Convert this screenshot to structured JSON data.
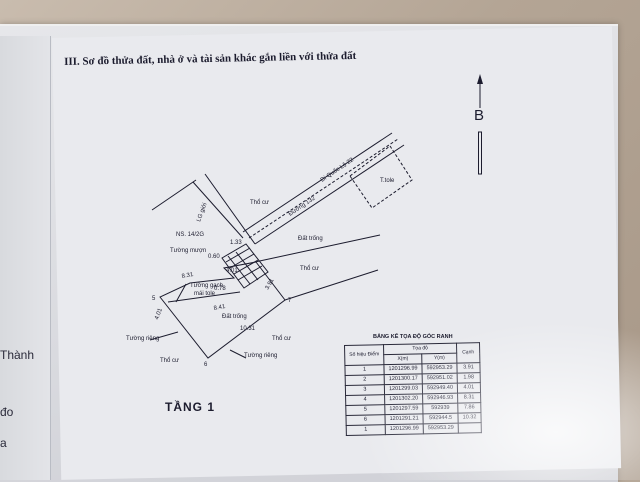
{
  "heading": "III. Sơ đồ thửa đất, nhà ở và tài sản khác gắn liền với thửa đất",
  "north": "B",
  "floor_label": "TẦNG 1",
  "left_page_fragments": [
    "Thành",
    "đo",
    "a"
  ],
  "plan_labels": {
    "tho_cu_1": "Thổ cư",
    "tho_cu_2": "Thổ cư",
    "tho_cu_3": "Thổ cư",
    "tho_cu_4": "Thổ cư",
    "duong_132": "Đường 132",
    "quoc_lo": "Đi Quốc Lộ 22",
    "dat_trong_1": "Đất trống",
    "dat_trong_2": "Đất trống",
    "t_tole": "T.tole",
    "ns": "NS. 14/2G",
    "lo_gioi": "LG giới",
    "tuong_muon": "Tường mượn",
    "tuong_gach": "Tường gạch",
    "mai_tole": "mái tole",
    "tuong_rieng_1": "Tường riêng",
    "tuong_rieng_2": "Tường riêng",
    "dim_831": "8.31",
    "dim_841": "8.41",
    "dim_1031": "10.31",
    "dim_401": "4.01",
    "dim_391": "3.91",
    "dim_133": "1.33",
    "dim_060": "0.60",
    "dim_078": "0.78",
    "dim_401b": "4.01",
    "pt_5": "5",
    "pt_6": "6",
    "pt_7": "7"
  },
  "coord_table": {
    "title": "BẢNG KÊ TỌA ĐỘ GÓC RANH",
    "header_point": "Số hiệu Điểm",
    "header_coord": "Tọa độ",
    "header_x": "X(m)",
    "header_y": "Y(m)",
    "header_edge": "Cạnh",
    "rows": [
      {
        "point": "1",
        "x": "1201296.99",
        "y": "592953.29",
        "edge": "3.91"
      },
      {
        "point": "2",
        "x": "1201300.17",
        "y": "592951.02",
        "edge": "1.98"
      },
      {
        "point": "3",
        "x": "1201299.03",
        "y": "592949.40",
        "edge": "4.01"
      },
      {
        "point": "4",
        "x": "1201302.20",
        "y": "592946.93",
        "edge": "8.31"
      },
      {
        "point": "5",
        "x": "1201297.59",
        "y": "592939",
        "edge": "7.86"
      },
      {
        "point": "6",
        "x": "1201291.21",
        "y": "592944.5",
        "edge": "10.32"
      },
      {
        "point": "1",
        "x": "1201296.99",
        "y": "592953.29",
        "edge": ""
      }
    ]
  }
}
